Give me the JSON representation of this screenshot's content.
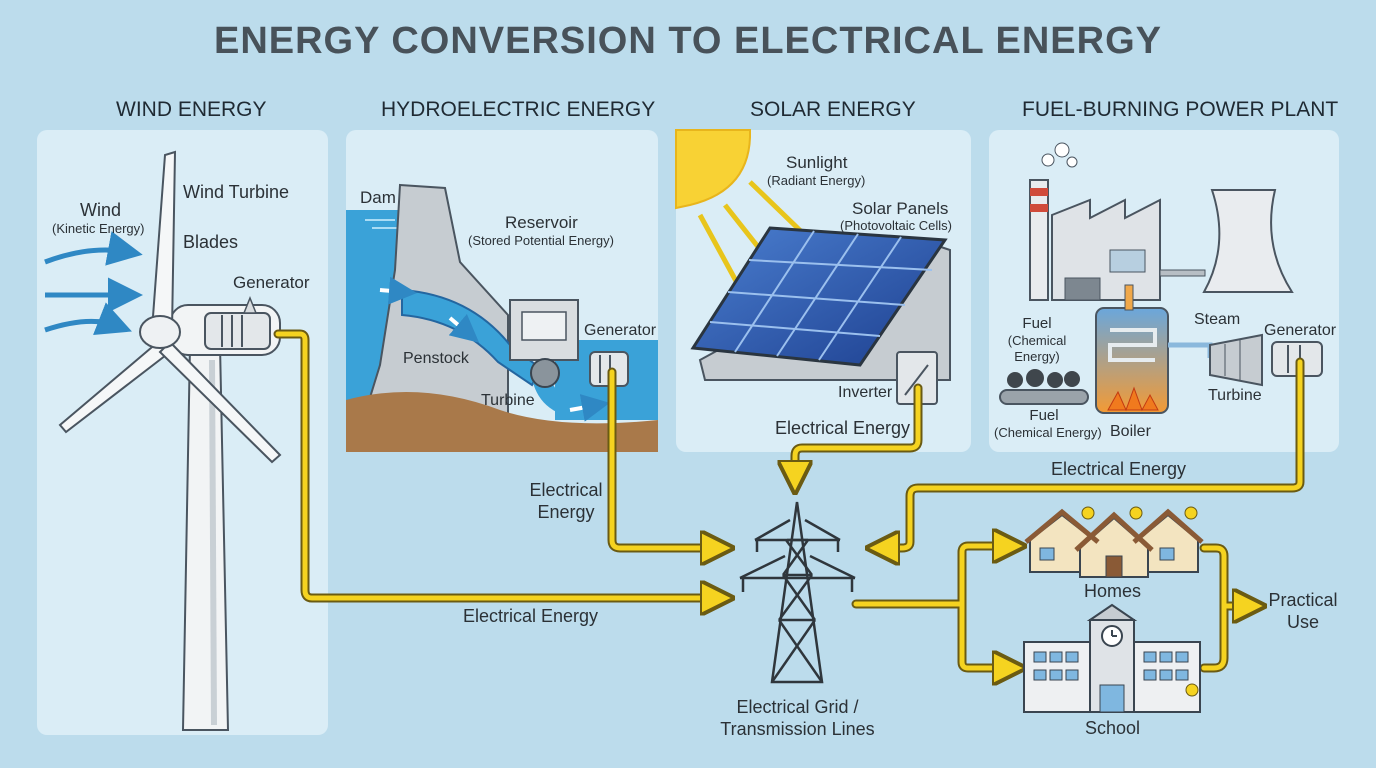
{
  "title": "ENERGY CONVERSION TO ELECTRICAL ENERGY",
  "sections": {
    "wind": "WIND ENERGY",
    "hydro": "HYDROELECTRIC ENERGY",
    "solar": "SOLAR ENERGY",
    "fuel": "FUEL-BURNING POWER PLANT"
  },
  "wind": {
    "wind": "Wind",
    "wind_sub": "(Kinetic Energy)",
    "turbine": "Wind Turbine",
    "blades": "Blades",
    "generator": "Generator"
  },
  "hydro": {
    "dam": "Dam",
    "reservoir": "Reservoir",
    "reservoir_sub": "(Stored Potential Energy)",
    "penstock": "Penstock",
    "turbine": "Turbine",
    "generator": "Generator"
  },
  "solar": {
    "sunlight": "Sunlight",
    "sunlight_sub": "(Radiant Energy)",
    "panels": "Solar Panels",
    "panels_sub": "(Photovoltaic Cells)",
    "inverter": "Inverter"
  },
  "fuel": {
    "fuel": "Fuel",
    "fuel_sub1": "(Chemical",
    "fuel_sub2": "Energy)",
    "steam": "Steam",
    "generator": "Generator",
    "turbine": "Turbine",
    "fuel2": "Fuel",
    "fuel2_sub": "(Chemical Energy)",
    "boiler": "Boiler"
  },
  "flow": {
    "hydro_elec1": "Electrical",
    "hydro_elec2": "Energy",
    "solar_elec": "Electrical Energy",
    "fuel_elec": "Electrical Energy",
    "wind_elec": "Electrical Energy"
  },
  "grid": {
    "line1": "Electrical Grid /",
    "line2": "Transmission Lines"
  },
  "use": {
    "homes": "Homes",
    "school": "School",
    "practical1": "Practical",
    "practical2": "Use"
  },
  "colors": {
    "background": "#bcdcec",
    "panel": "#daedf6",
    "wire": "#f5d320",
    "wire_outline": "#6b5b12",
    "water": "#3aa2d8",
    "arrow_blue": "#2f88c4"
  }
}
